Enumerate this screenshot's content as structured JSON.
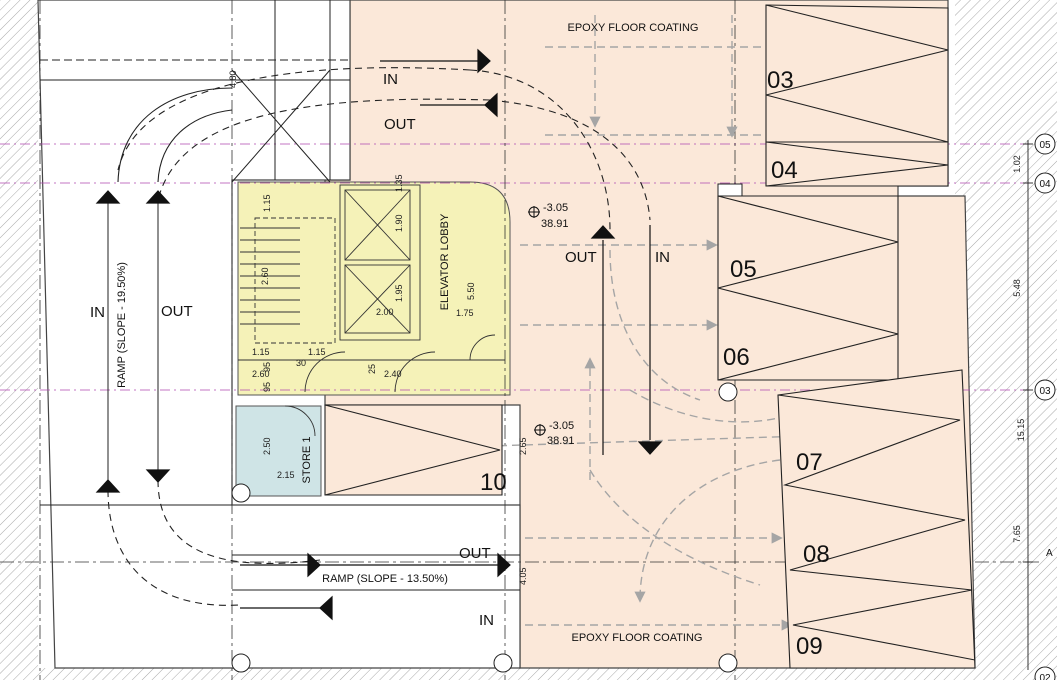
{
  "colors": {
    "floor": "#fbe8d9",
    "lobby": "#f5f2b8",
    "store": "#cfe4e6",
    "hatch": "#9a9a9a",
    "gridline": "#b04ab0",
    "arrow_light": "#9a9a9a"
  },
  "floor_notes": {
    "top": "EPOXY FLOOR COATING",
    "bottom": "EPOXY FLOOR COATING"
  },
  "traffic": {
    "top_in": "IN",
    "top_out": "OUT",
    "mid_out": "OUT",
    "mid_in": "IN",
    "ramp_in": "IN",
    "ramp_out": "OUT",
    "bottom_out": "OUT",
    "bottom_in": "IN"
  },
  "ramps": {
    "left": "RAMP (SLOPE - 19.50%)",
    "bottom": "RAMP (SLOPE - 13.50%)"
  },
  "rooms": {
    "lobby": "ELEVATOR LOBBY",
    "store": "STORE 1"
  },
  "levels": [
    {
      "level": "-3.05",
      "value": "38.91"
    },
    {
      "level": "-3.05",
      "value": "38.91"
    }
  ],
  "parking_bays": [
    "03",
    "04",
    "05",
    "06",
    "07",
    "08",
    "09",
    "10"
  ],
  "grid_labels": [
    "05",
    "04",
    "03",
    "A",
    "02"
  ],
  "dimensions": {
    "right": [
      "1.02",
      "5.48",
      "15.15",
      "7.65"
    ],
    "lobby": [
      "1.15",
      "2.60",
      "1.15",
      "1.15",
      "1.90",
      "1.95",
      "2.00",
      "1.75",
      "5.50",
      "2.60",
      "2.40",
      "1.35",
      "30",
      "95",
      "25",
      "95"
    ],
    "store": [
      "2.50",
      "2.15"
    ],
    "misc": [
      "4.80",
      "2.65",
      "4.05"
    ]
  }
}
